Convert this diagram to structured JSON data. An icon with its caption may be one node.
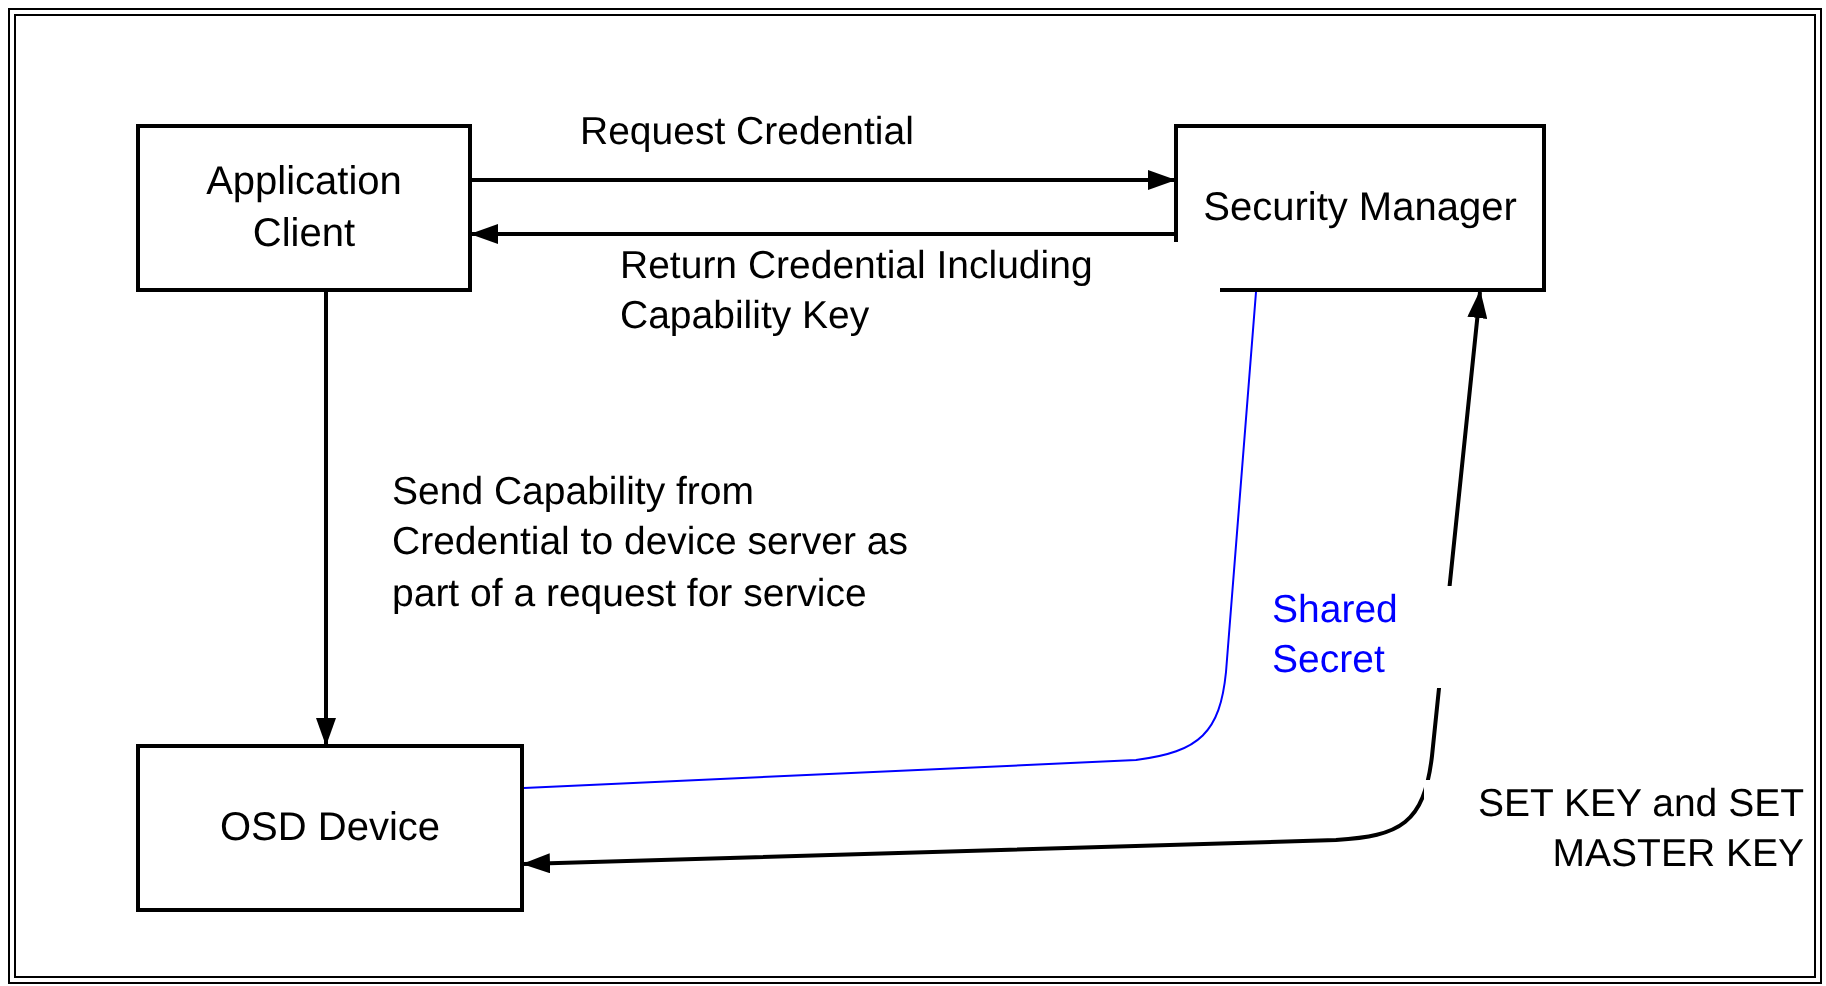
{
  "diagram": {
    "nodes": [
      {
        "text": [
          "Application Client"
        ]
      },
      {
        "text": [
          "Security Manager"
        ]
      },
      {
        "text": [
          "OSD Device"
        ]
      }
    ],
    "edges": [
      {
        "from": 0,
        "to": 1,
        "arrow": "to",
        "label": "Request Credential"
      },
      {
        "from": 1,
        "to": 0,
        "arrow": "to",
        "label": "Return Credential Including Capability Key"
      },
      {
        "from": 0,
        "to": 2,
        "arrow": "to",
        "label": "Send Capability from Credential to device server as part of a request for service"
      },
      {
        "from": 2,
        "to": 1,
        "arrow": "none",
        "label": "Shared Secret",
        "color": "#0000ff"
      },
      {
        "from": 1,
        "to": 2,
        "arrow": "both",
        "label": "SET KEY and SET MASTER KEY"
      }
    ]
  }
}
